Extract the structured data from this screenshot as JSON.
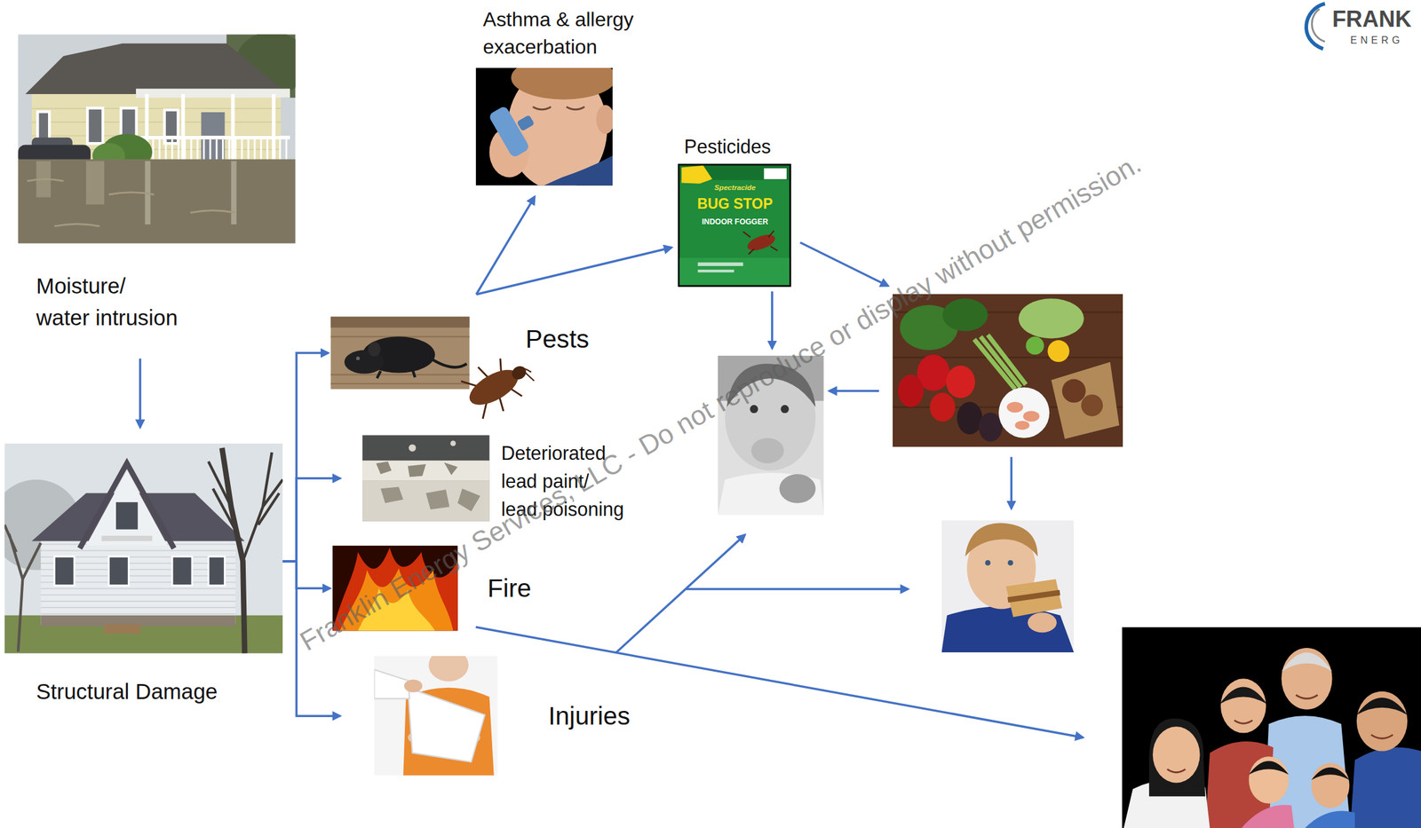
{
  "diagram": {
    "nodes": [
      {
        "text": [
          "Moisture/ water intrusion"
        ]
      },
      {
        "text": [
          "Structural Damage"
        ]
      },
      {
        "text": [
          "Asthma & allergy exacerbation"
        ]
      },
      {
        "text": [
          "Pesticides"
        ]
      },
      {
        "text": [
          "Pests"
        ]
      },
      {
        "text": [
          "Deteriorated lead paint/ lead poisoning"
        ]
      },
      {
        "text": [
          "Fire"
        ]
      },
      {
        "text": [
          "Injuries"
        ]
      }
    ],
    "edges": [
      {
        "from": 0,
        "to": 1,
        "arrow": "to"
      },
      {
        "from": 1,
        "to": 4,
        "arrow": "to"
      },
      {
        "from": 1,
        "to": 5,
        "arrow": "to"
      },
      {
        "from": 1,
        "to": 6,
        "arrow": "to"
      },
      {
        "from": 1,
        "to": 7,
        "arrow": "to"
      },
      {
        "from": 4,
        "to": 2,
        "arrow": "to"
      },
      {
        "from": 4,
        "to": 3,
        "arrow": "to"
      }
    ],
    "labels": [
      "Franklin Energy Services, LLC - Do not reproduce or display without permission.",
      "Spectracide",
      "BUG STOP",
      "INDOOR FOGGER",
      "FRANK",
      "ENERG"
    ]
  }
}
